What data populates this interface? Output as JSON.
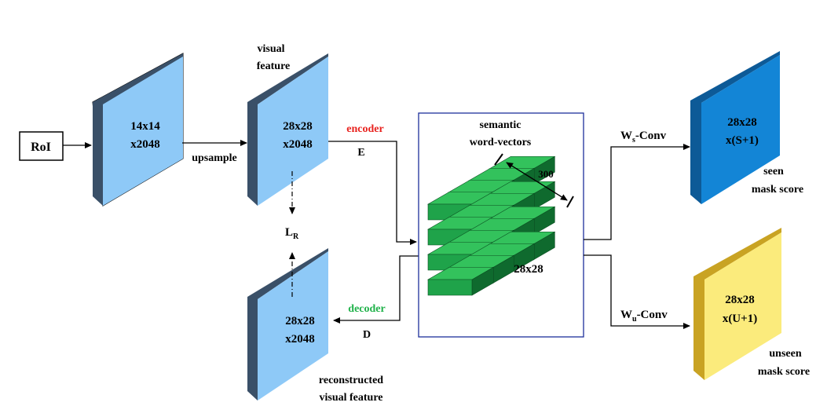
{
  "roi": {
    "label": "RoI"
  },
  "blocks": {
    "input": {
      "line1": "14x14",
      "line2": "x2048"
    },
    "visual": {
      "line1": "28x28",
      "line2": "x2048",
      "caption1": "visual",
      "caption2": "feature"
    },
    "reconstructed": {
      "line1": "28x28",
      "line2": "x2048",
      "caption1": "reconstructed",
      "caption2": "visual feature"
    },
    "seen": {
      "line1": "28x28",
      "line2": "x(S+1)",
      "caption1": "seen",
      "caption2": "mask score"
    },
    "unseen": {
      "line1": "28x28",
      "line2": "x(U+1)",
      "caption1": "unseen",
      "caption2": "mask score"
    }
  },
  "arrows": {
    "upsample": "upsample",
    "encoder": "encoder",
    "encoder_symbol": "E",
    "decoder": "decoder",
    "decoder_symbol": "D",
    "loss_main": "L",
    "loss_sub": "R",
    "ws_main": "W",
    "ws_sub": "s",
    "ws_rest": "-Conv",
    "wu_main": "W",
    "wu_sub": "u",
    "wu_rest": "-Conv"
  },
  "semantic": {
    "title1": "semantic",
    "title2": "word-vectors",
    "dim": "300",
    "size": "28x28"
  },
  "colors": {
    "encoder": "#e8231f",
    "decoder": "#20b24a",
    "block_face": "#8ec9f7",
    "block_side": "#3a5068",
    "seen_face": "#1385d6",
    "seen_side": "#0d5a97",
    "unseen_face": "#fbeb7c",
    "unseen_side": "#c9a323",
    "bar_face": "#1fa34a",
    "bar_top": "#33c25c",
    "bar_side": "#0f6a2e",
    "semantic_border": "#1d2f9c"
  }
}
